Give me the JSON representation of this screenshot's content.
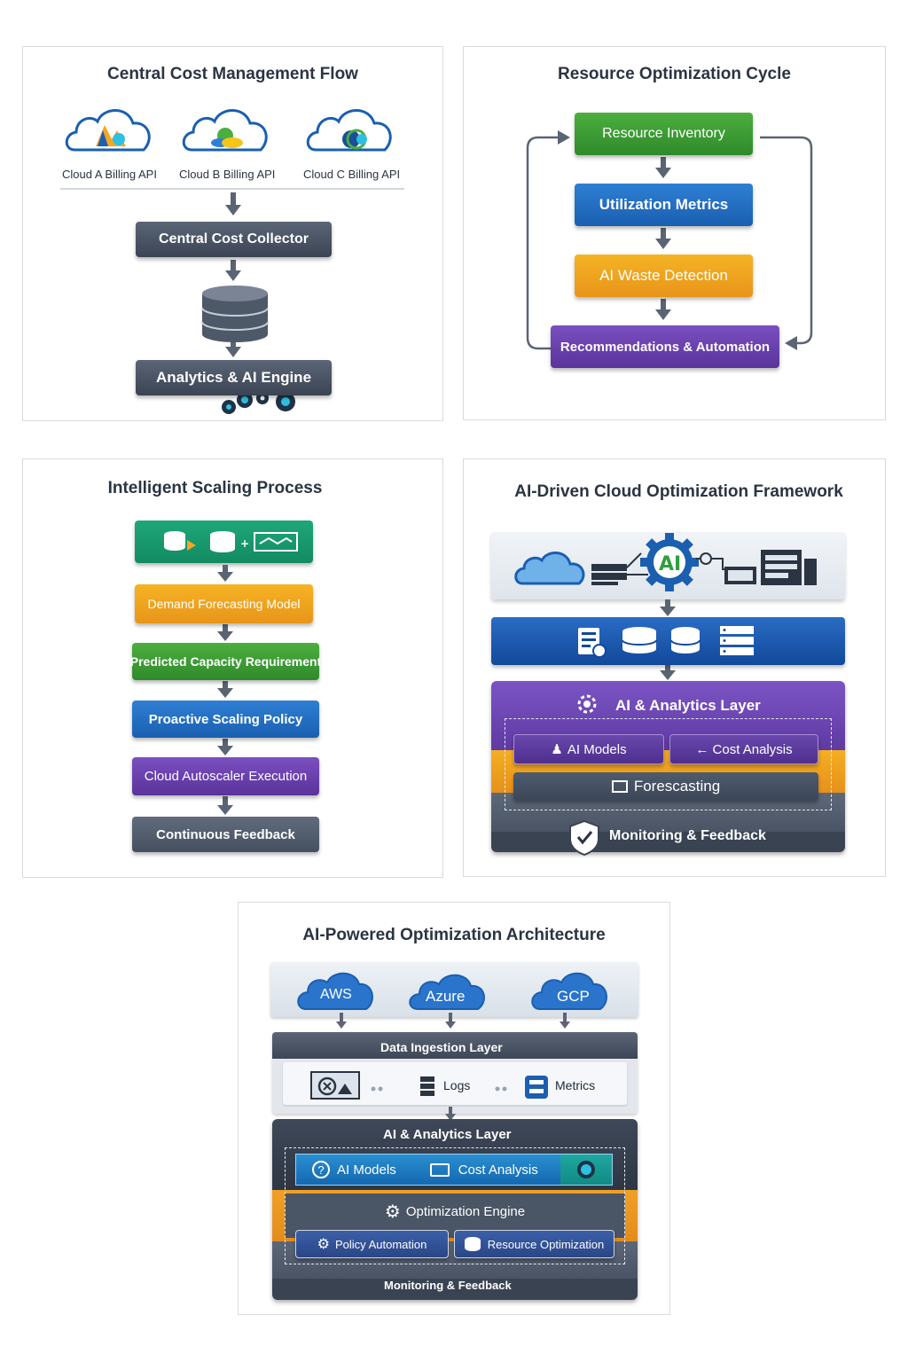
{
  "panel1": {
    "title": "Central Cost Management Flow",
    "apis": [
      "Cloud A Billing API",
      "Cloud B Billing API",
      "Cloud C Billing API"
    ],
    "collector": "Central Cost Collector",
    "engine": "Analytics & AI Engine"
  },
  "panel2": {
    "title": "Resource Optimization Cycle",
    "steps": [
      "Resource Inventory",
      "Utilization Metrics",
      "AI Waste Detection",
      "Recommendations & Automation"
    ]
  },
  "panel3": {
    "title": "Intelligent Scaling Process",
    "steps": [
      "Demand Forecasting Model",
      "Predicted Capacity Requirement",
      "Proactive Scaling Policy",
      "Cloud Autoscaler Execution",
      "Continuous Feedback"
    ]
  },
  "panel4": {
    "title": "AI-Driven Cloud Optimization Framework",
    "ai_layer": "AI & Analytics Layer",
    "ai_models": "AI Models",
    "cost_analysis": "← Cost Analysis",
    "forecasting": "Forescasting",
    "monitoring": "Monitoring & Feedback"
  },
  "panel5": {
    "title": "AI-Powered Optimization Architecture",
    "clouds": [
      "AWS",
      "Azure",
      "GCP"
    ],
    "ingestion": "Data Ingestion Layer",
    "logs": "Logs",
    "metrics": "Metrics",
    "ai_layer": "AI & Analytics Layer",
    "ai_models": "AI Models",
    "cost_analysis": "Cost Analysis",
    "opt_engine": "Optimization Engine",
    "policy": "Policy Automation",
    "resource_opt": "Resource Optimization",
    "monitoring": "Monitoring & Feedback"
  },
  "colors": {
    "dark": "#3b4453",
    "green": "#2f8a2b",
    "blue": "#1a5fb0",
    "orange": "#e8951a",
    "purple": "#5a339a",
    "teal": "#138a62",
    "cloud_blue": "#2f7fd4"
  }
}
